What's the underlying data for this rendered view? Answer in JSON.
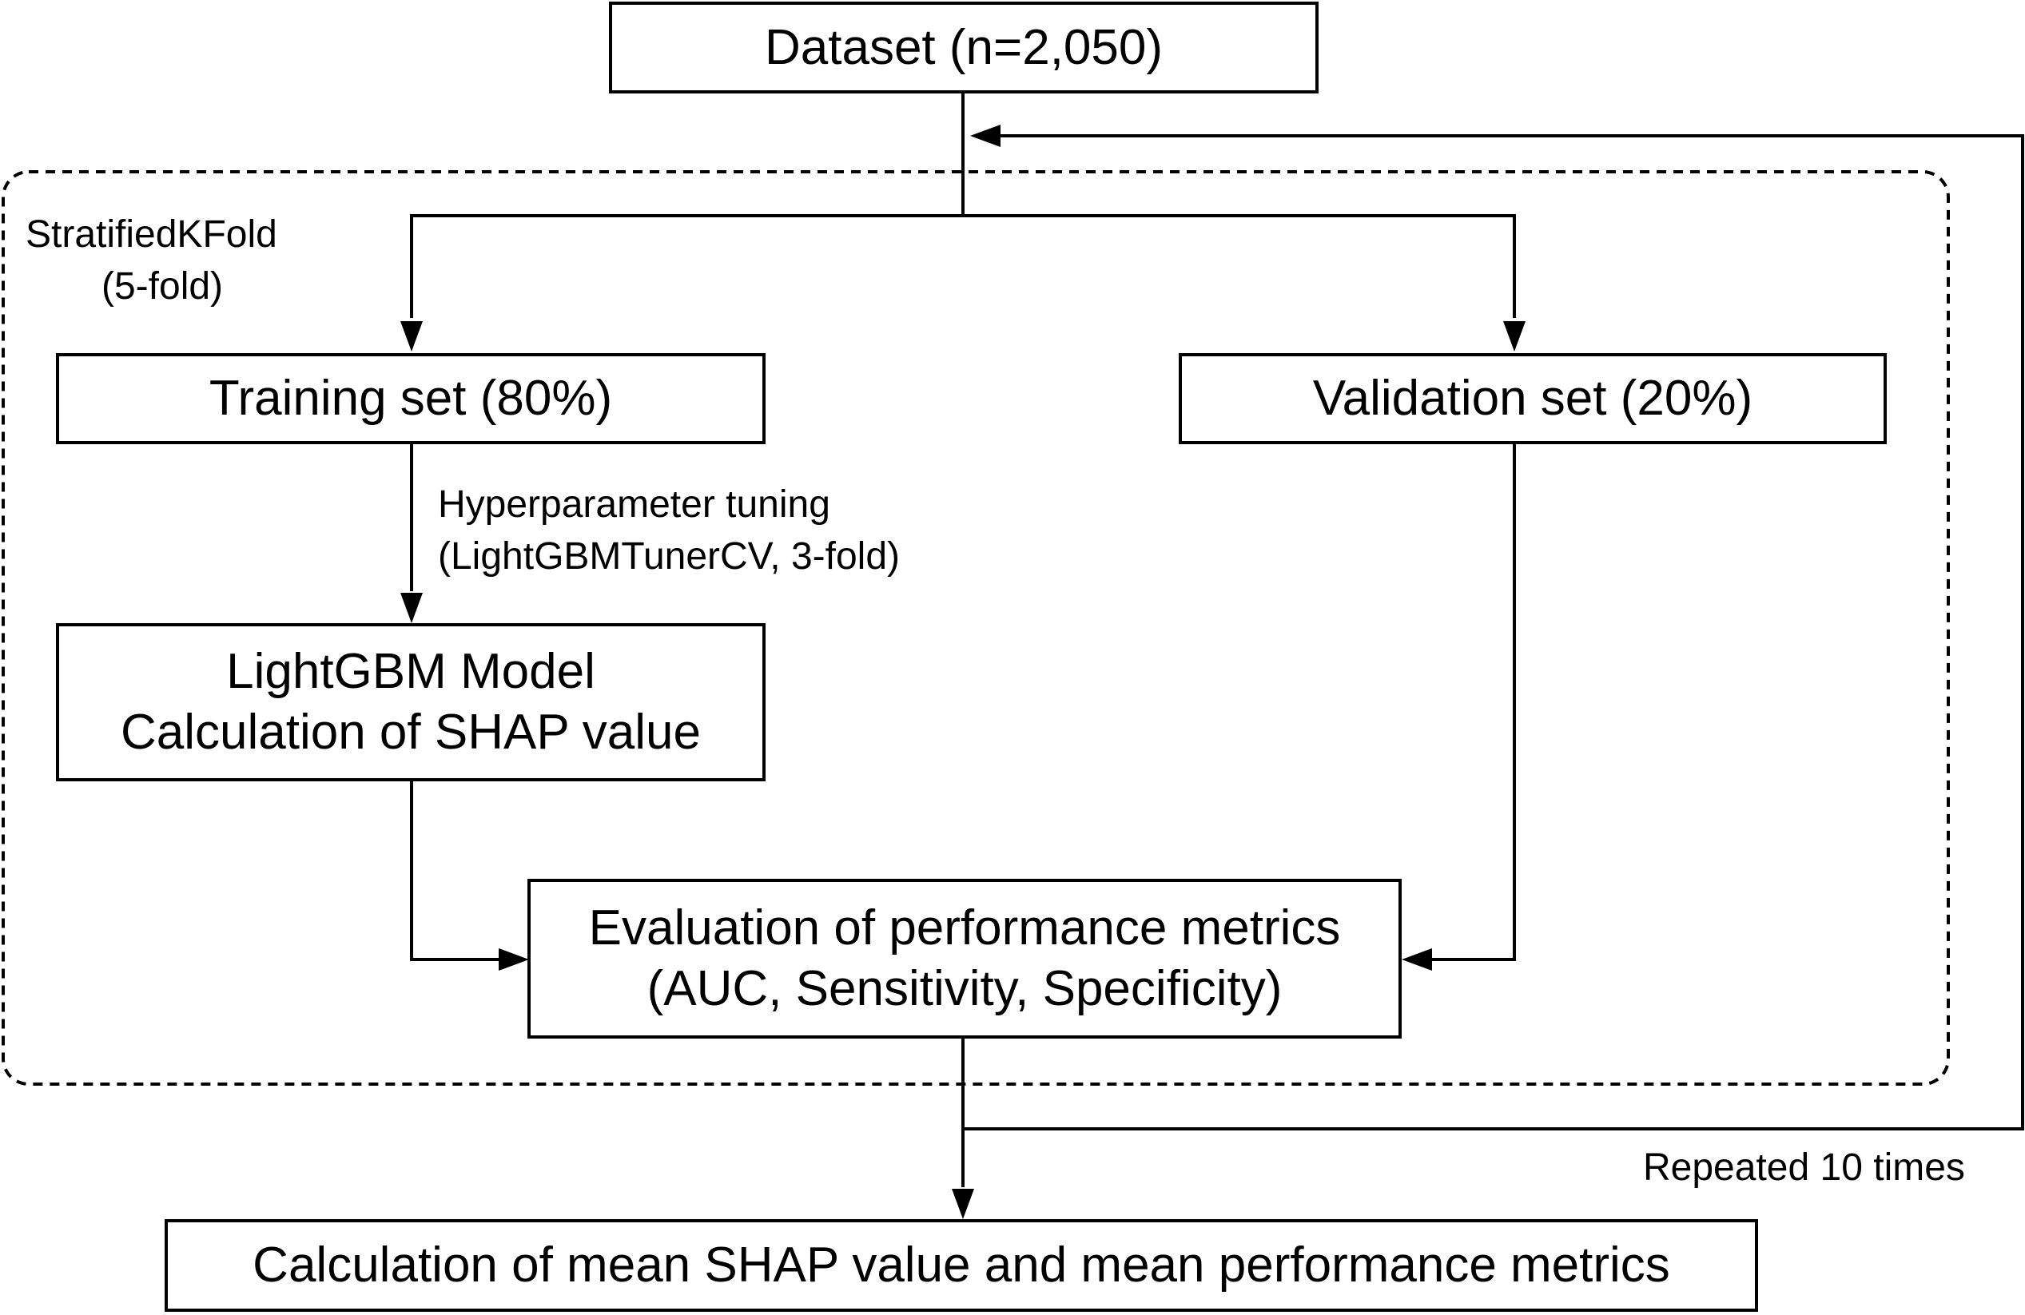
{
  "nodes": {
    "dataset": "Dataset (n=2,050)",
    "training": "Training set (80%)",
    "validation": "Validation set (20%)",
    "model": [
      "LightGBM Model",
      "Calculation of SHAP value"
    ],
    "evaluation": [
      "Evaluation of performance metrics",
      "(AUC, Sensitivity, Specificity)"
    ],
    "final": "Calculation of mean SHAP value and mean performance metrics"
  },
  "labels": {
    "cv_group": [
      "StratifiedKFold",
      "(5-fold)"
    ],
    "tuning": [
      "Hyperparameter tuning",
      "(LightGBMTunerCV, 3-fold)"
    ],
    "repeat": "Repeated 10 times"
  },
  "colors": {
    "line": "#000000",
    "background": "#ffffff"
  }
}
